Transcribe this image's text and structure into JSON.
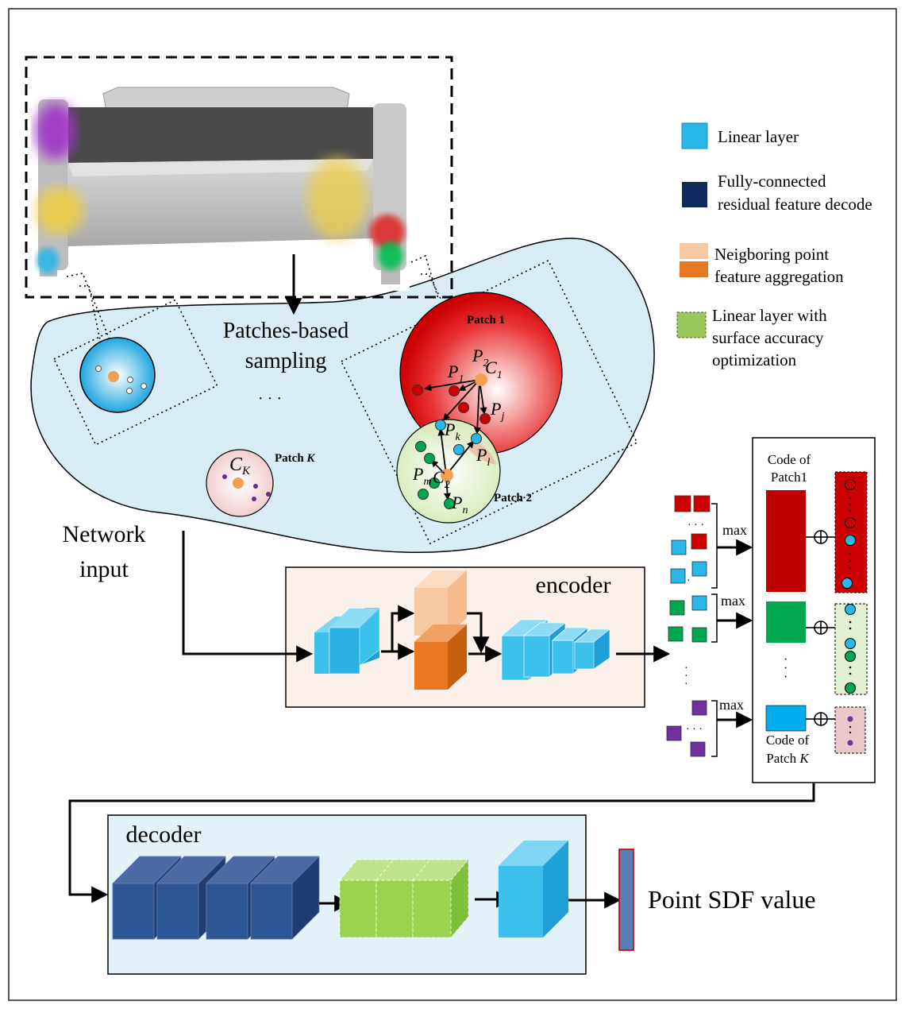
{
  "input": {
    "patches_sampling": [
      "Patches-based",
      "sampling"
    ],
    "network_input": [
      "Network",
      "input"
    ],
    "ellipsis": "· · ·"
  },
  "patches": {
    "patch1": "Patch 1",
    "patch2": "Patch 2",
    "patchK_prefix": "Patch ",
    "patchK_var": "K"
  },
  "points": {
    "P": "P",
    "C": "C",
    "sub_1": "1",
    "sub_2": "2",
    "sub_j": "j",
    "sub_k": "k",
    "sub_l": "l",
    "sub_m": "m",
    "sub_n": "n",
    "sub_K": "K"
  },
  "encoder": {
    "label": "encoder"
  },
  "decoder": {
    "label": "decoder"
  },
  "pooling": {
    "max": "max",
    "max2": "max",
    "max3": "max"
  },
  "codes": {
    "code1": [
      "Code of",
      "Patch1"
    ],
    "codeK_line1": "Code of",
    "codeK_line2_prefix": "Patch ",
    "codeK_var": "K"
  },
  "output": {
    "label": "Point SDF value"
  },
  "legend": {
    "linear": "Linear layer",
    "fc": [
      "Fully-connected",
      "residual feature decode"
    ],
    "aggregation": [
      "Neigboring point",
      "feature aggregation"
    ],
    "accuracy": [
      "Linear layer with",
      "surface accuracy",
      "optimization"
    ]
  },
  "colors": {
    "linear_layer": "#29b6e8",
    "fc_decoder": "#102a5e",
    "aggregation_light": "#f8c8a0",
    "aggregation_dark": "#e87722",
    "accuracy_layer": "#9bc85a",
    "patch1": "#cc0000",
    "patch2": "#00a650",
    "patchK": "#7030a0",
    "blob": "#d7ecf5"
  }
}
